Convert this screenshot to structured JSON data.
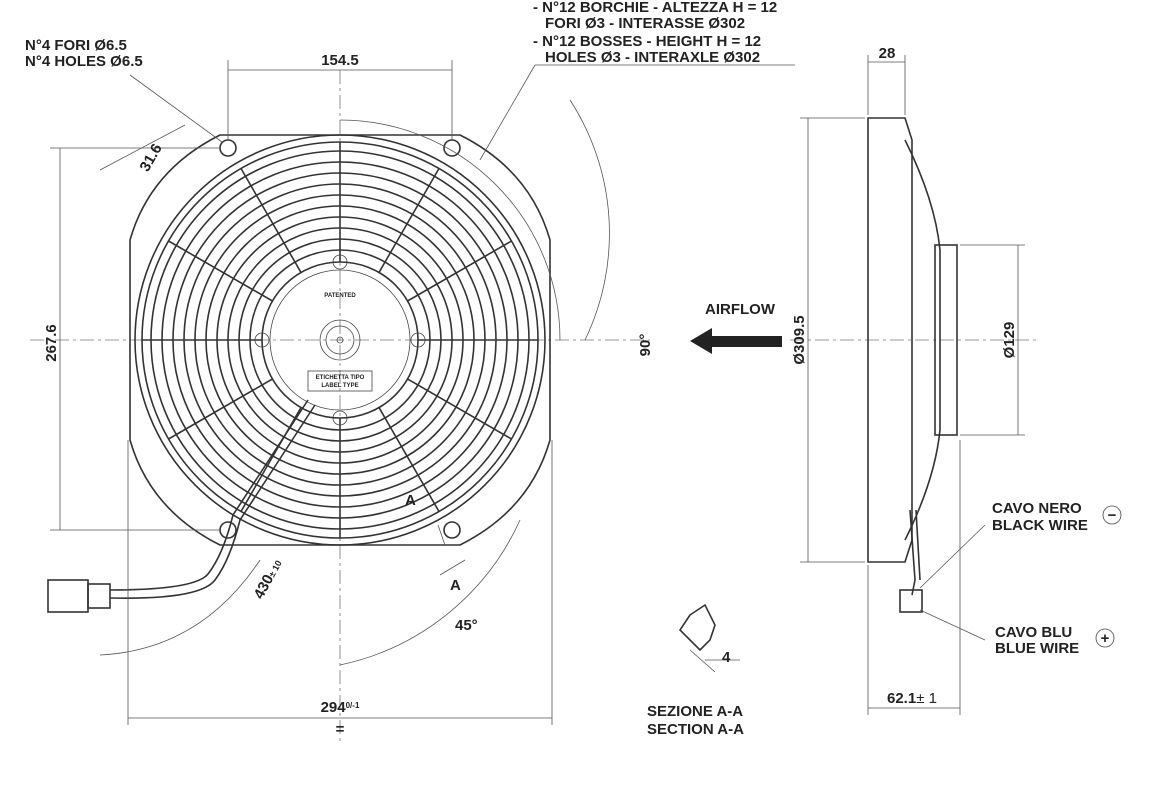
{
  "front_view": {
    "holes_it": "N°4 FORI Ø6.5",
    "holes_en": "N°4 HOLES Ø6.5",
    "bosses_it_1": "- N°12 BORCHIE - ALTEZZA H = 12",
    "bosses_it_2": "FORI Ø3 - INTERASSE Ø302",
    "bosses_en_1": "- N°12 BOSSES - HEIGHT H = 12",
    "bosses_en_2": "HOLES Ø3 - INTERAXLE Ø302",
    "dim_top": "154.5",
    "dim_corner": "31.6",
    "dim_height": "267.6",
    "dim_width": "294",
    "dim_width_tol": "0/-1",
    "dim_cable": "430",
    "dim_cable_tol": "± 10",
    "angle_90": "90°",
    "angle_45": "45°",
    "section_marker": "A",
    "hub_patented": "PATENTED",
    "label_it": "ETICHETTA TIPO",
    "label_en": "LABEL TYPE",
    "eq": "="
  },
  "airflow": "AIRFLOW",
  "side_view": {
    "dim_depth": "28",
    "dim_diameter": "Ø309.5",
    "dim_motor": "Ø129",
    "dim_offset": "62.1",
    "dim_offset_tol": "± 1",
    "black_wire_it": "CAVO NERO",
    "black_wire_en": "BLACK WIRE",
    "black_symbol": "−",
    "blue_wire_it": "CAVO BLU",
    "blue_wire_en": "BLUE WIRE",
    "blue_symbol": "+"
  },
  "section": {
    "dim": "4",
    "title_it": "SEZIONE A-A",
    "title_en": "SECTION A-A"
  }
}
